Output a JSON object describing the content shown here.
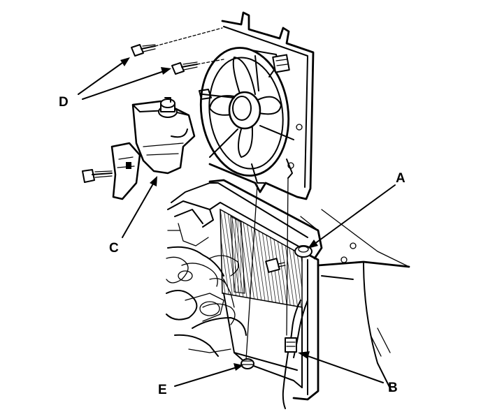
{
  "callouts": {
    "A": "A",
    "B": "B",
    "C": "C",
    "D": "D",
    "E": "E"
  }
}
